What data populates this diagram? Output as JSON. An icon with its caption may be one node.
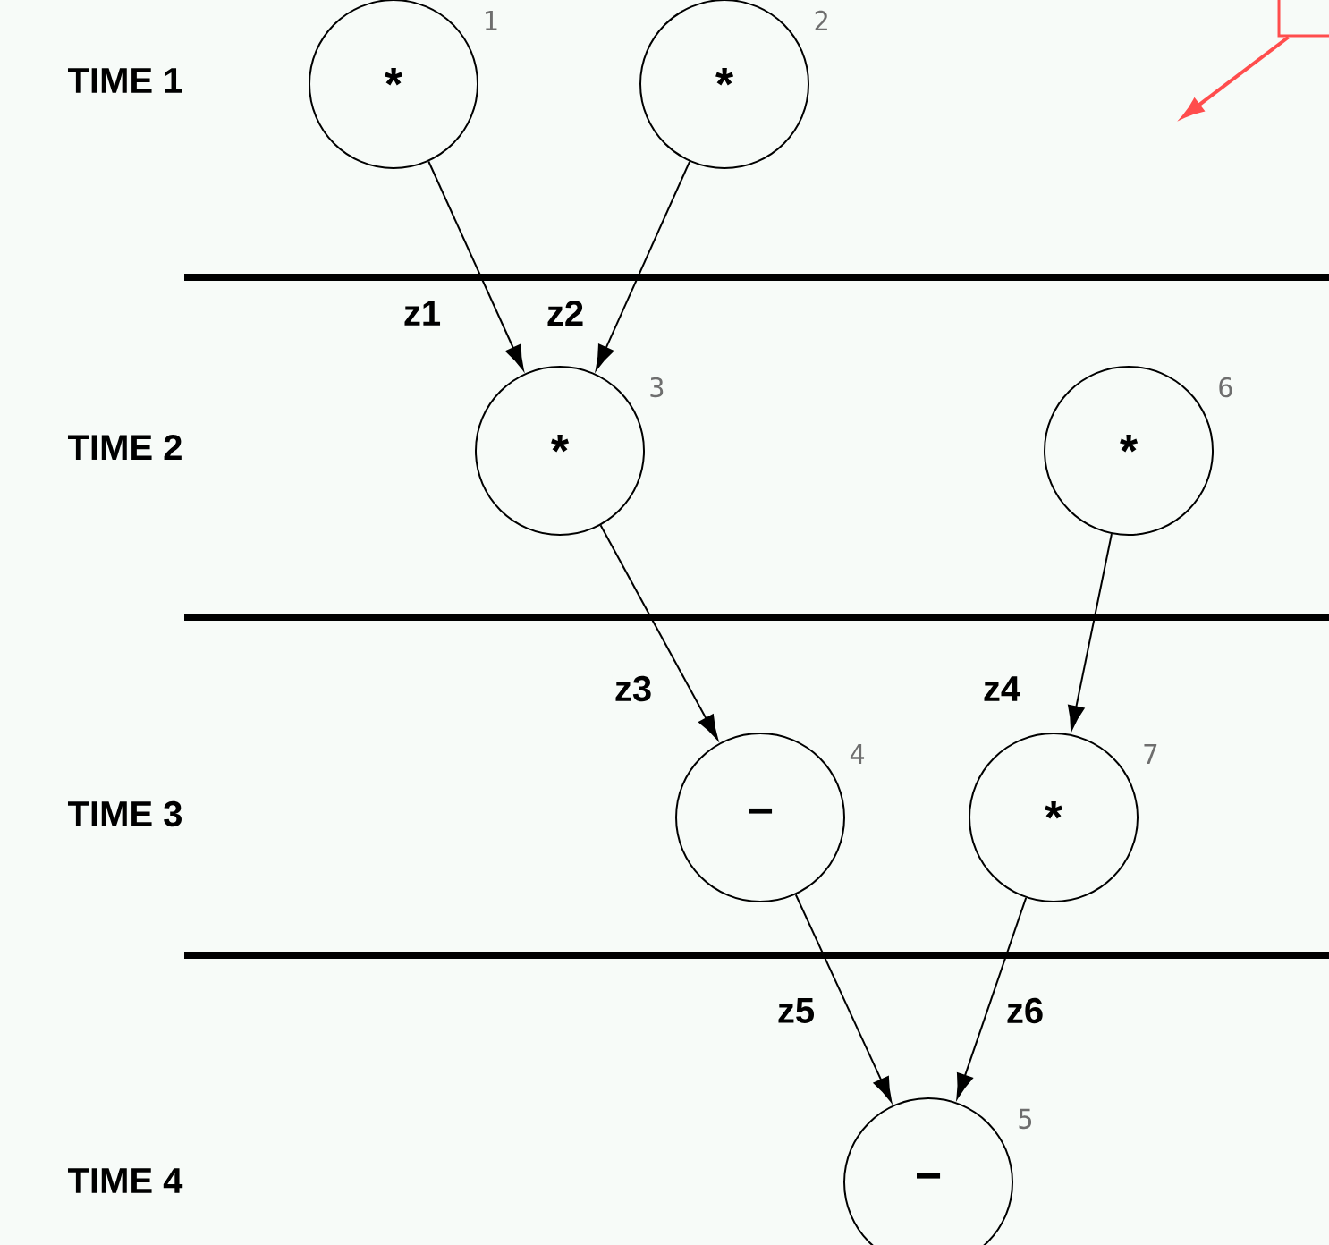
{
  "diagram": {
    "nodes": [
      {
        "text": [
          "*"
        ],
        "beside": [
          "1"
        ]
      },
      {
        "text": [
          "*"
        ],
        "beside": [
          "2"
        ]
      },
      {
        "text": [
          "*"
        ],
        "beside": [
          "3"
        ]
      },
      {
        "text": [
          "*"
        ],
        "beside": [
          "6"
        ]
      },
      {
        "text": [
          "−"
        ],
        "beside": [
          "4"
        ]
      },
      {
        "text": [
          "*"
        ],
        "beside": [
          "7"
        ]
      },
      {
        "text": [
          "−"
        ],
        "beside": [
          "5"
        ]
      },
      {
        "text": [],
        "shape": "box"
      }
    ],
    "edges": [
      {
        "from": 0,
        "to": 2,
        "arrow": "to",
        "label": "z1"
      },
      {
        "from": 1,
        "to": 2,
        "arrow": "to",
        "label": "z2"
      },
      {
        "from": 2,
        "to": 4,
        "arrow": "to",
        "label": "z3"
      },
      {
        "from": 3,
        "to": 5,
        "arrow": "to",
        "label": "z4"
      },
      {
        "from": 4,
        "to": 6,
        "arrow": "to",
        "label": "z5"
      },
      {
        "from": 5,
        "to": 6,
        "arrow": "to",
        "label": "z6"
      },
      {
        "from": 7,
        "to": null,
        "arrow": "to",
        "color": "#ff4d4d"
      }
    ],
    "labels": [
      "TIME 1",
      "TIME 2",
      "TIME 3",
      "TIME 4"
    ]
  }
}
